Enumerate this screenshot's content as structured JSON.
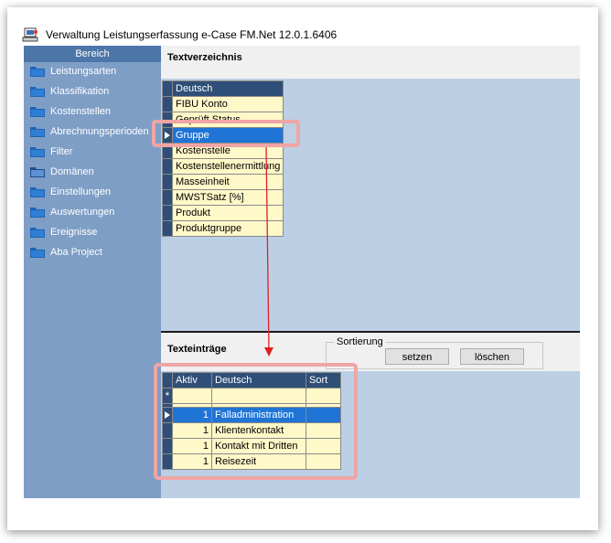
{
  "window": {
    "title": "Verwaltung Leistungserfassung e-Case FM.Net 12.0.1.6406",
    "app_icon": "app-icon"
  },
  "sidebar": {
    "header": "Bereich",
    "items": [
      {
        "label": "Leistungsarten",
        "icon": "folder-icon"
      },
      {
        "label": "Klassifikation",
        "icon": "folder-icon"
      },
      {
        "label": "Kostenstellen",
        "icon": "folder-icon"
      },
      {
        "label": "Abrechnungsperioden",
        "icon": "folder-icon"
      },
      {
        "label": "Filter",
        "icon": "folder-icon"
      },
      {
        "label": "Domänen",
        "icon": "folder-open-icon"
      },
      {
        "label": "Einstellungen",
        "icon": "folder-icon"
      },
      {
        "label": "Auswertungen",
        "icon": "folder-icon"
      },
      {
        "label": "Ereignisse",
        "icon": "folder-icon"
      },
      {
        "label": "Aba Project",
        "icon": "folder-icon"
      }
    ]
  },
  "textverzeichnis": {
    "title": "Textverzeichnis",
    "column": "Deutsch",
    "rows": [
      "FIBU Konto",
      "Geprüft Status",
      "Gruppe",
      "Kostenstelle",
      "Kostenstellenermittlung",
      "Masseinheit",
      "MWSTSatz [%]",
      "Produkt",
      "Produktgruppe"
    ],
    "selected": "Gruppe"
  },
  "texteintraege": {
    "title": "Texteinträge",
    "sortierung": {
      "label": "Sortierung",
      "set_button": "setzen",
      "delete_button": "löschen"
    },
    "columns": [
      "Aktiv",
      "Deutsch",
      "Sort"
    ],
    "new_row_marker": "*",
    "rows": [
      {
        "aktiv": "1",
        "deutsch": "Falladministration",
        "sort": ""
      },
      {
        "aktiv": "1",
        "deutsch": "Klientenkontakt",
        "sort": ""
      },
      {
        "aktiv": "1",
        "deutsch": "Kontakt mit Dritten",
        "sort": ""
      },
      {
        "aktiv": "1",
        "deutsch": "Reisezeit",
        "sort": ""
      }
    ]
  },
  "colors": {
    "sidebar_bg": "#7e9ec6",
    "content_bg": "#bccfe4",
    "grid_header": "#2f4f78",
    "grid_cell": "#fff8c8",
    "selection": "#1f74d6",
    "highlight": "#f0a5a5",
    "arrow": "#e02020"
  }
}
